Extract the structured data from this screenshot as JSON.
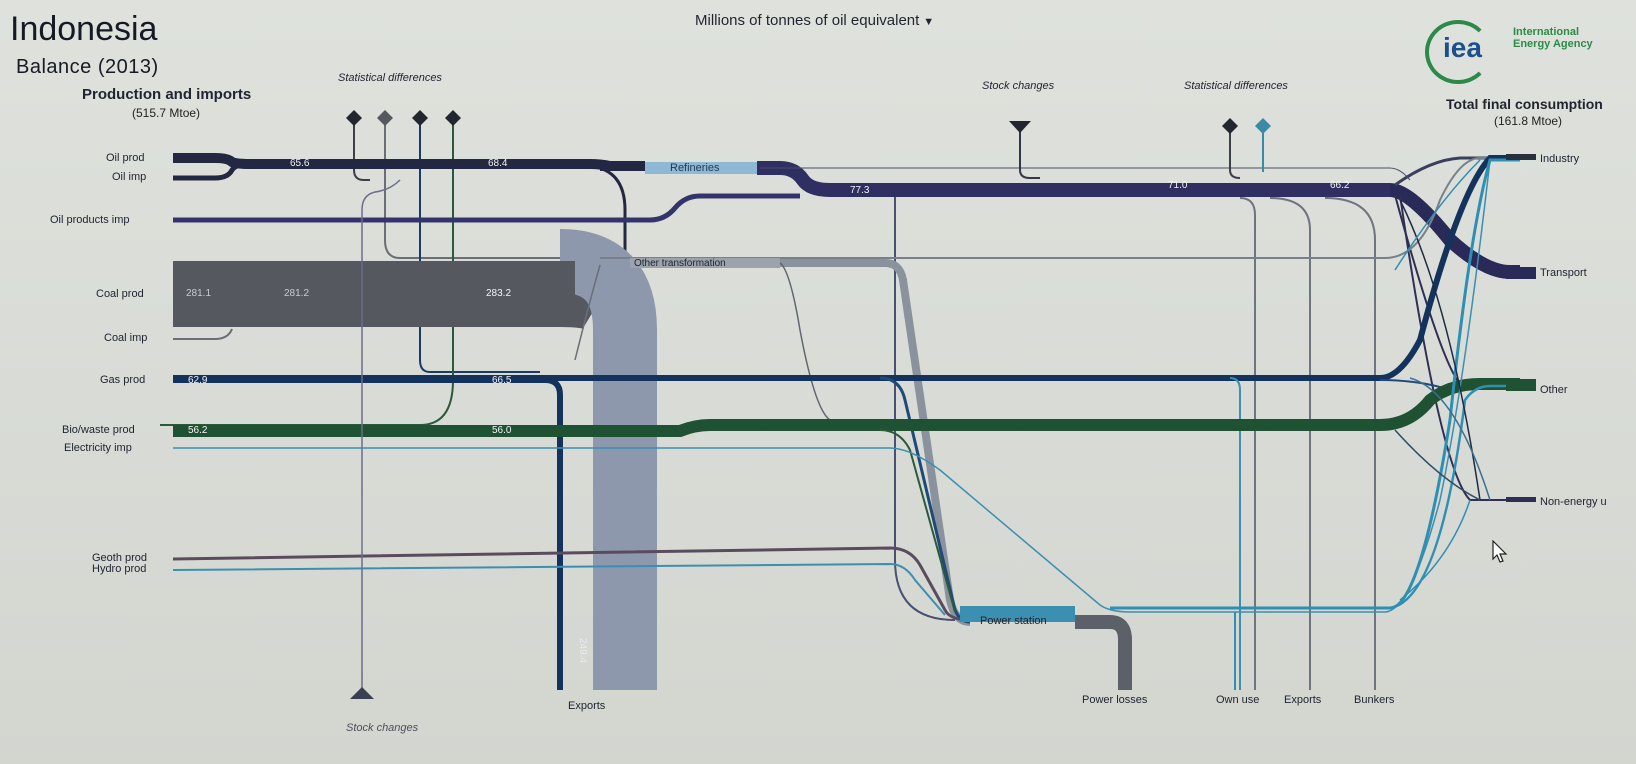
{
  "header": {
    "country": "Indonesia",
    "balance": "Balance (2013)",
    "units": "Millions of tonnes of oil equivalent",
    "left_title": "Production and imports",
    "left_total": "(515.7 Mtoe)",
    "right_title": "Total final consumption",
    "right_total": "(161.8 Mtoe)"
  },
  "logo": {
    "word": "iea",
    "name_line1": "International",
    "name_line2": "Energy Agency"
  },
  "colors": {
    "oil": "#232741",
    "oil_products": "#34346c",
    "coal": "#55595f",
    "gas": "#14335c",
    "bio": "#1e5232",
    "electricity": "#3b8fb0",
    "geoth": "#5a4c5e",
    "other_transformation": "#8a929e",
    "exports_coal": "#8d98ad",
    "power_losses": "#5b6069"
  },
  "sources": [
    {
      "name": "Oil prod",
      "value": "65.6"
    },
    {
      "name": "Oil imp",
      "value": ""
    },
    {
      "name": "Oil products imp",
      "value": ""
    },
    {
      "name": "Coal prod",
      "value": "281.1"
    },
    {
      "name": "Coal imp",
      "value": ""
    },
    {
      "name": "Gas prod",
      "value": "62.9"
    },
    {
      "name": "Bio/waste prod",
      "value": "56.2"
    },
    {
      "name": "Electricity imp",
      "value": ""
    },
    {
      "name": "Geoth prod",
      "value": ""
    },
    {
      "name": "Hydro prod",
      "value": ""
    }
  ],
  "flow_values": {
    "oil_after_imports": "68.4",
    "coal_mid": "281.2",
    "coal_after": "283.2",
    "gas_after": "66.5",
    "bio_after": "56.0",
    "refinery_out": "77.3",
    "oil_products_mid": "71.0",
    "oil_products_end": "66.2",
    "coal_exports": "249.4"
  },
  "nodes": {
    "refineries": "Refineries",
    "other_transformation": "Other transformation",
    "power_station": "Power station"
  },
  "top_labels": {
    "stat_diff_left": "Statistical differences",
    "stock_changes_top": "Stock changes",
    "stat_diff_right": "Statistical differences"
  },
  "bottom_labels": {
    "stock_changes": "Stock changes",
    "exports": "Exports",
    "power_losses": "Power losses",
    "own_use": "Own use",
    "exports_right": "Exports",
    "bunkers": "Bunkers"
  },
  "destinations": [
    {
      "name": "Industry"
    },
    {
      "name": "Transport"
    },
    {
      "name": "Other"
    },
    {
      "name": "Non-energy u"
    }
  ]
}
